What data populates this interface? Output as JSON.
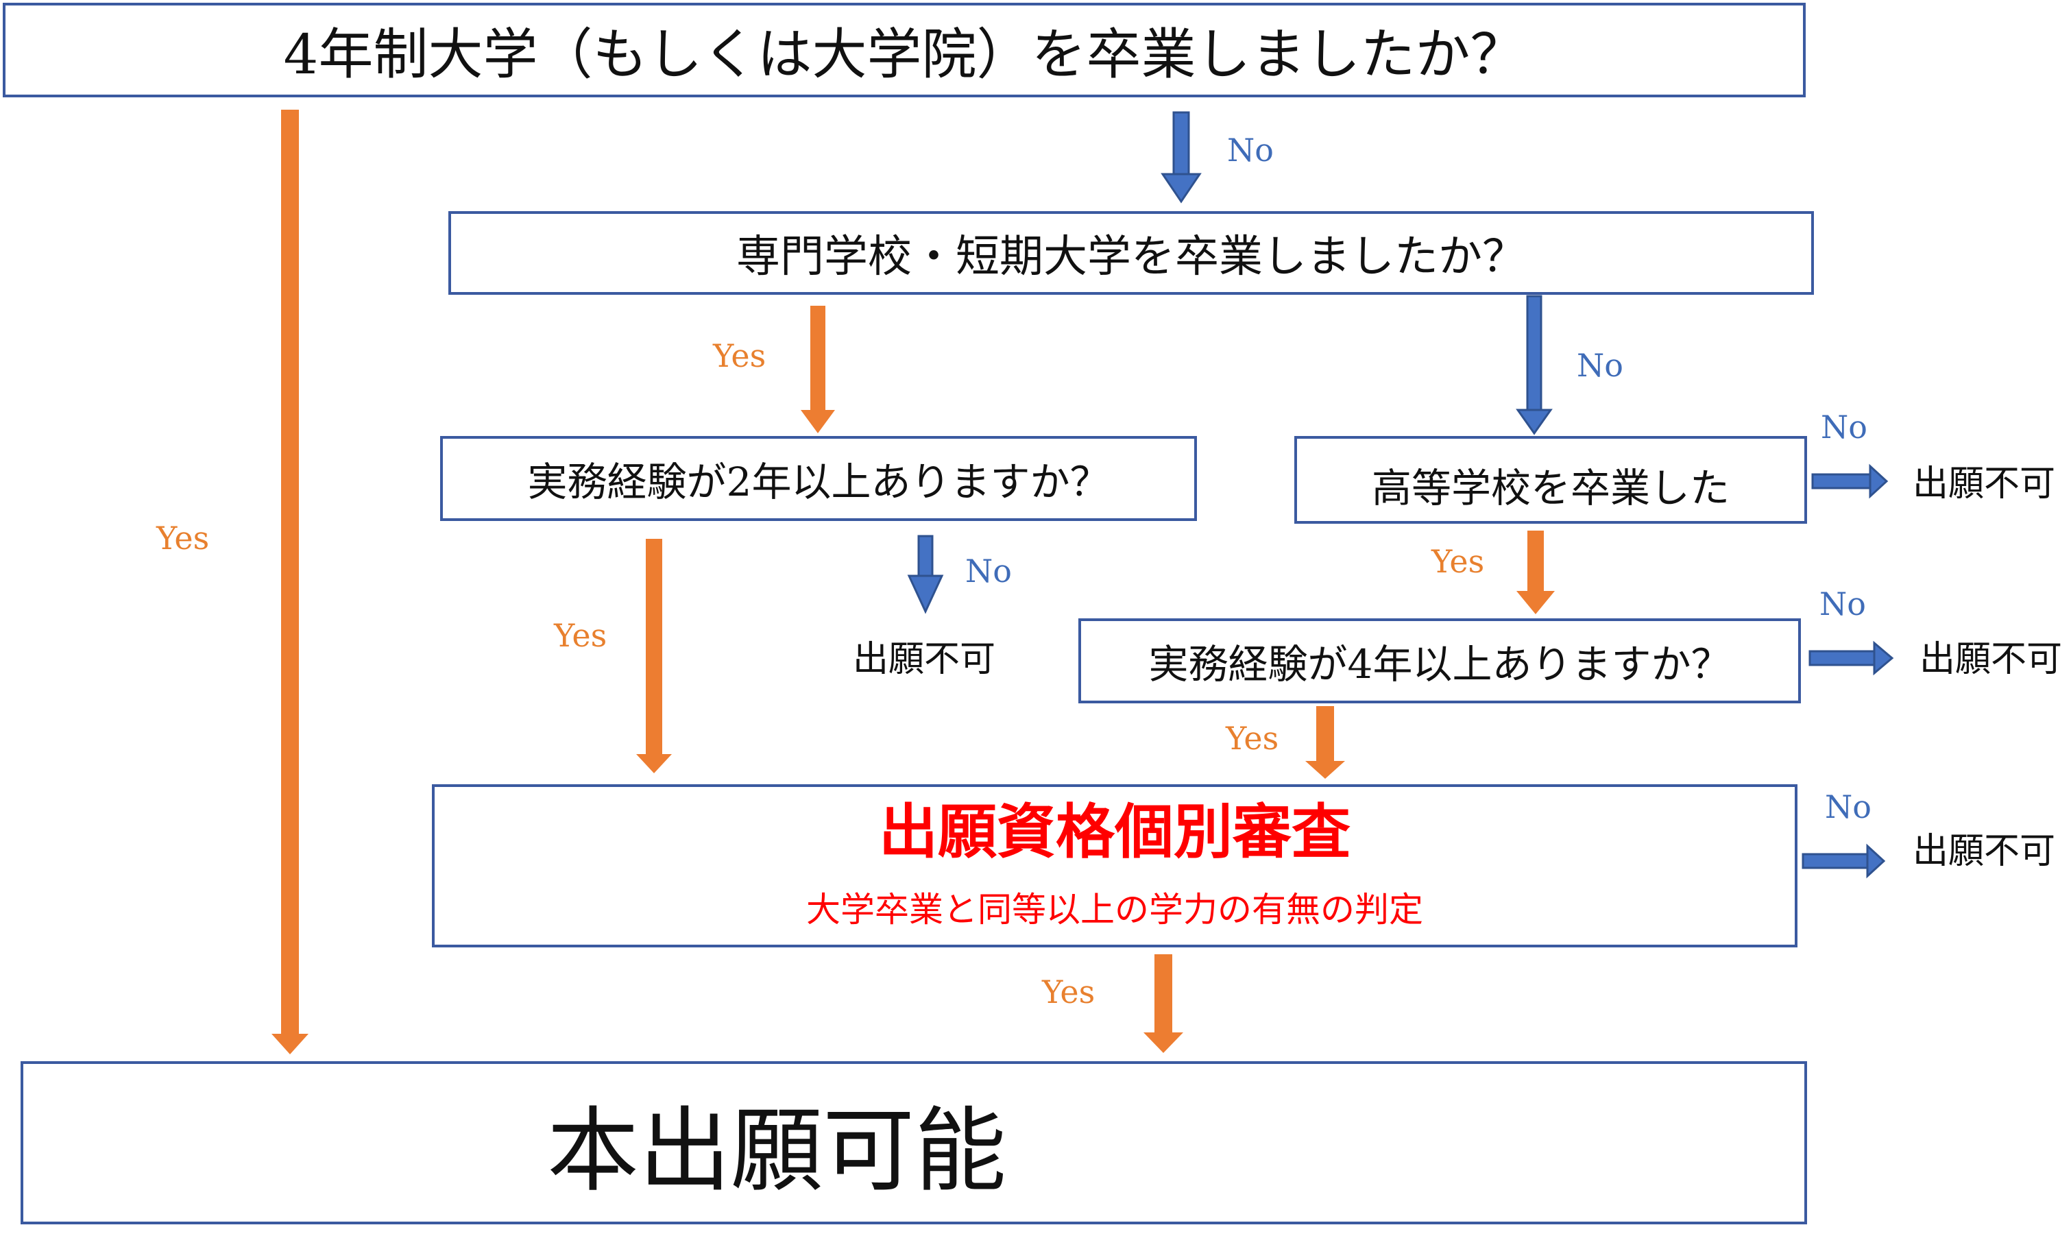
{
  "nodes": {
    "q1": "4年制大学（もしくは大学院）を卒業しましたか？",
    "q2": "専門学校・短期大学を卒業しましたか？",
    "q3": "実務経験が2年以上ありますか？",
    "q4": "高等学校を卒業した",
    "q5": "実務経験が4年以上ありますか？",
    "review_title": "出願資格個別審査",
    "review_sub": "大学卒業と同等以上の学力の有無の判定",
    "final": "本出願可能"
  },
  "edge_labels": {
    "yes": "Yes",
    "no": "No"
  },
  "outcomes": {
    "not_eligible": "出願不可"
  },
  "colors": {
    "yes": "#ED7D31",
    "no": "#4472C4",
    "border": "#3B5AA0",
    "review_text": "#FF0000"
  }
}
